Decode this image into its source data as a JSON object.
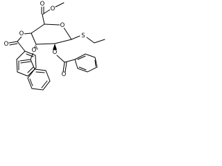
{
  "molecule": {
    "atom_labels": {
      "ester_carbonyl_o": "O",
      "ester_methoxy_o": "O",
      "ring_o": "O",
      "thio_s": "S",
      "o4": "O",
      "o3": "O",
      "o2": "O",
      "o3_carbonyl": "O",
      "o2_carbonyl": "O"
    }
  }
}
